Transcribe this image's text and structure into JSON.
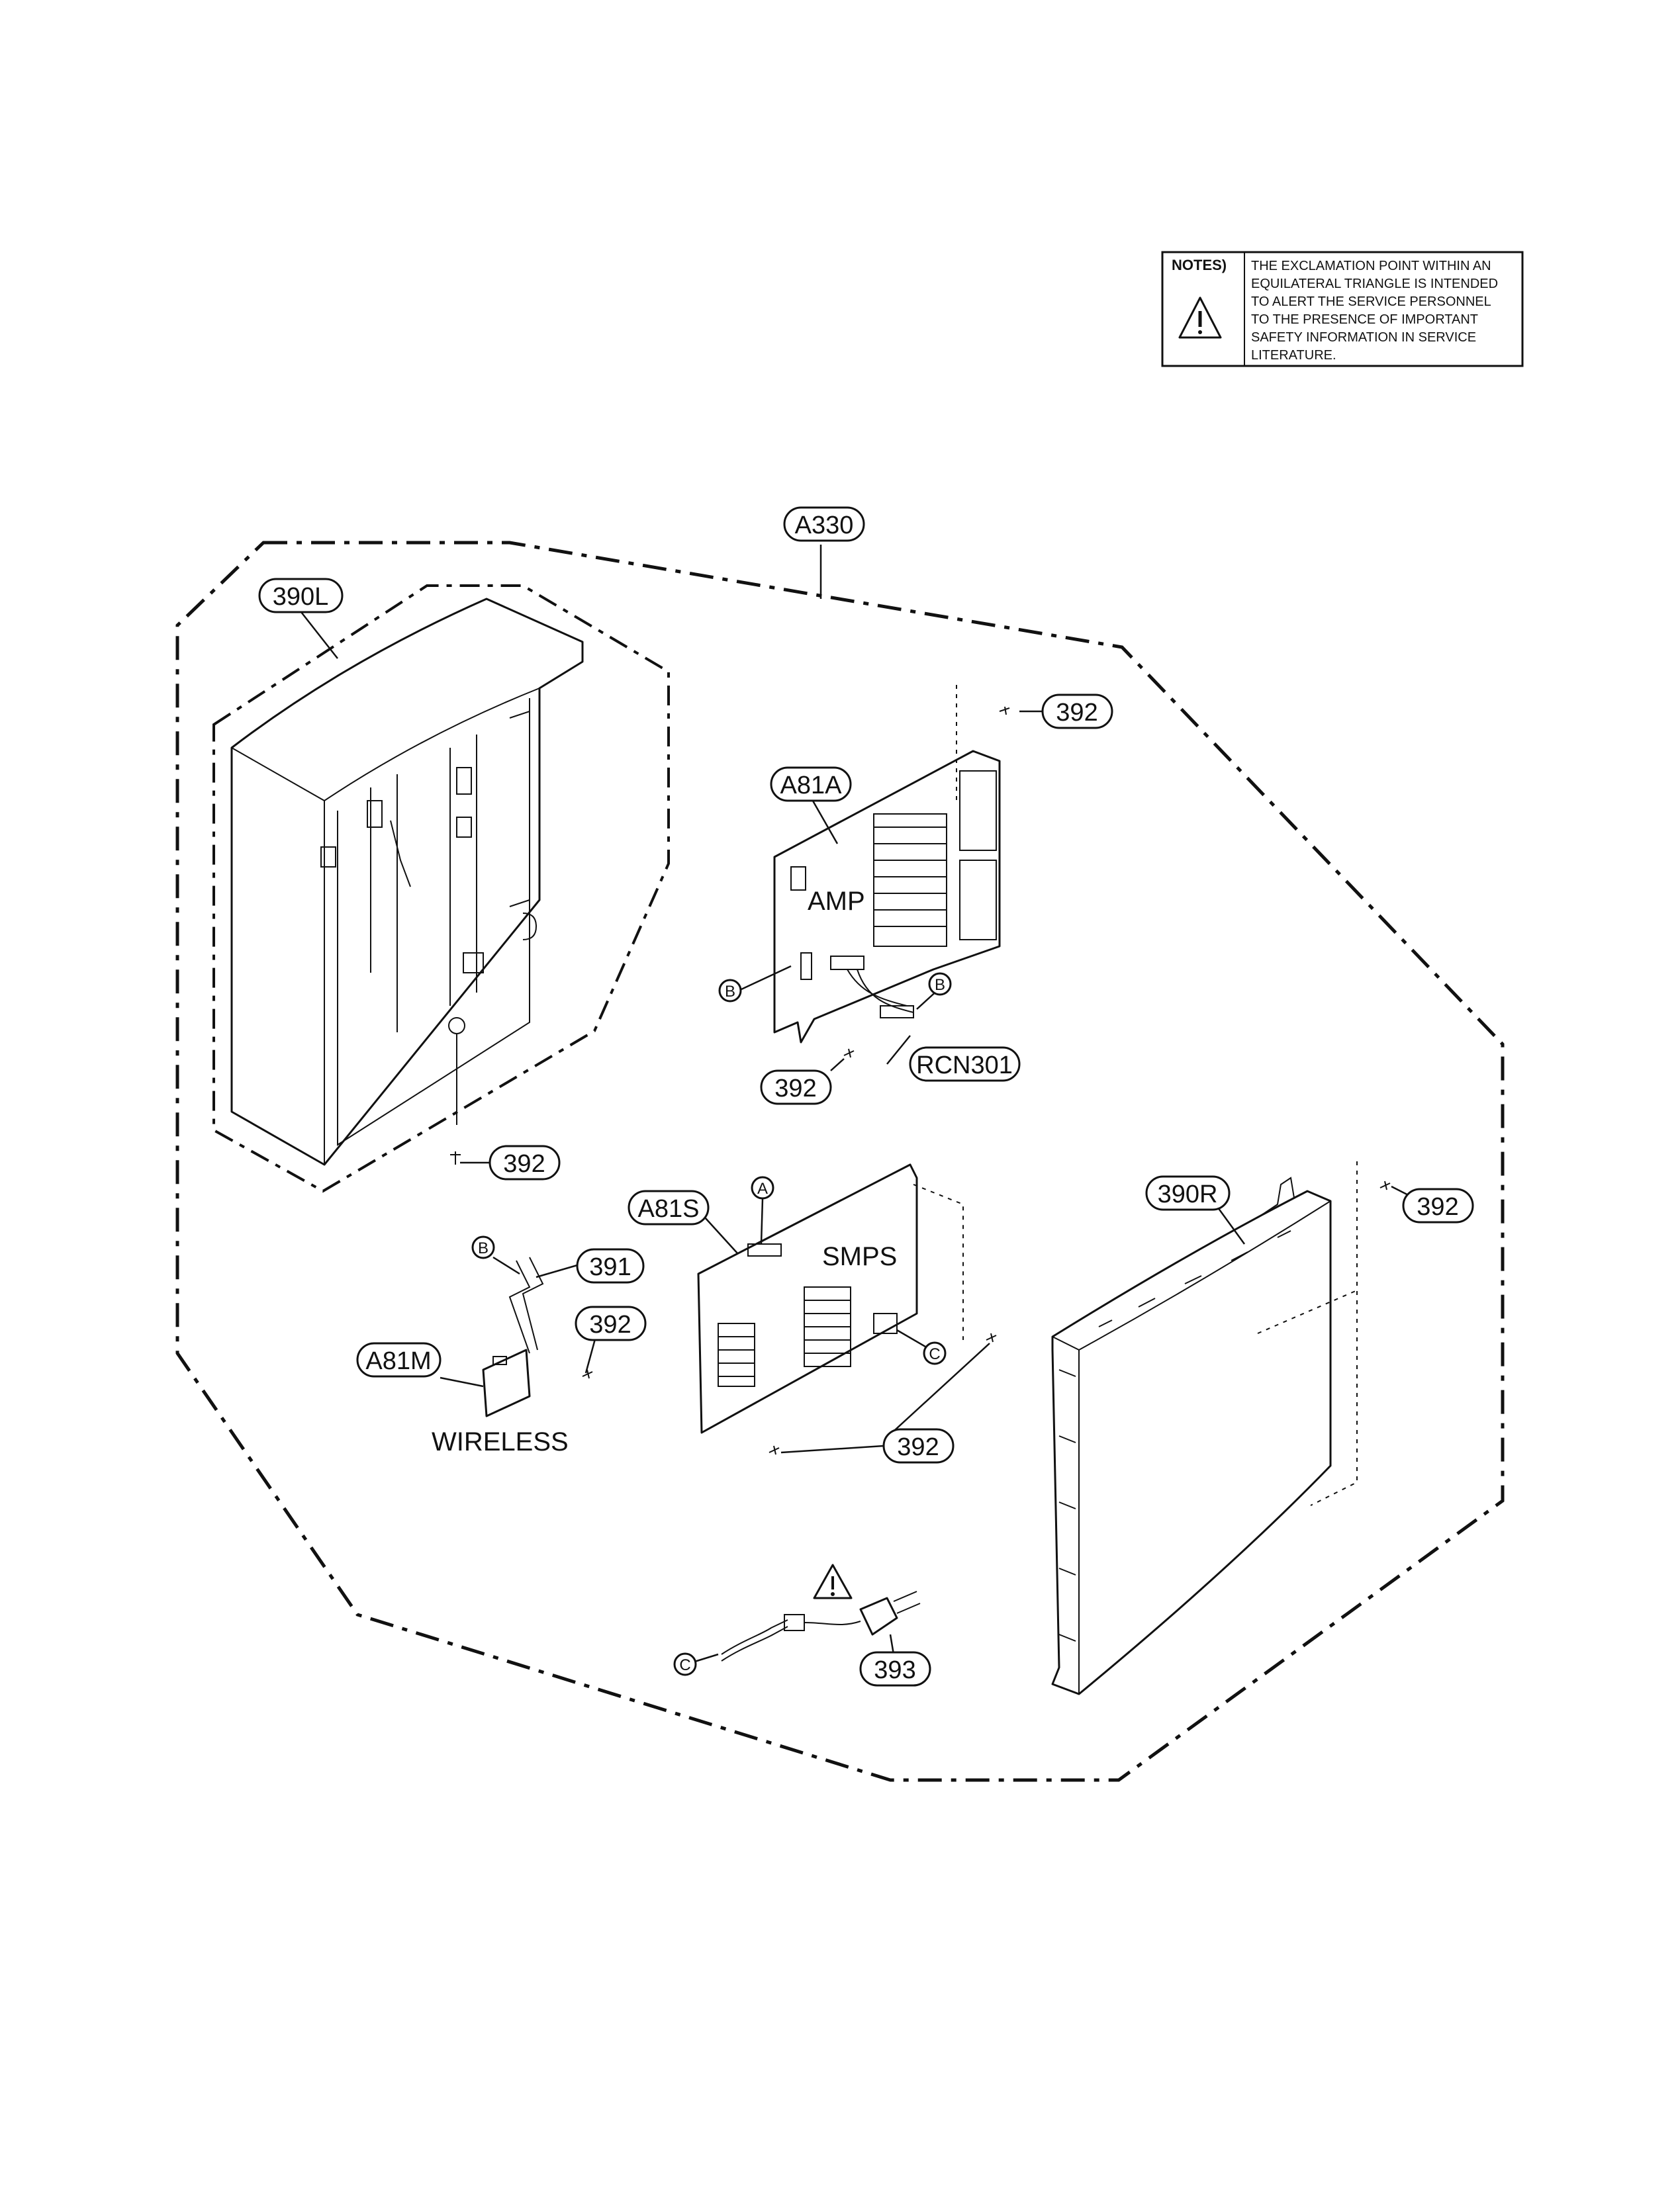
{
  "notes": {
    "title": "NOTES)",
    "lines": [
      "THE EXCLAMATION POINT WITHIN AN",
      "EQUILATERAL TRIANGLE IS INTENDED",
      "TO ALERT THE SERVICE PERSONNEL",
      "TO THE PRESENCE OF IMPORTANT",
      "SAFETY INFORMATION IN SERVICE",
      "LITERATURE."
    ]
  },
  "labels": {
    "assembly": "A330",
    "cabinet_left": "390L",
    "cabinet_right": "390R",
    "amp_board": "A81A",
    "smps_board": "A81S",
    "wireless_module": "A81M",
    "screw": "392",
    "flat_cable": "391",
    "power_cord": "393",
    "connector": "RCN301"
  },
  "texts": {
    "amp": "AMP",
    "smps": "SMPS",
    "wireless": "WIRELESS"
  },
  "refs": {
    "a": "A",
    "b": "B",
    "c": "C"
  }
}
